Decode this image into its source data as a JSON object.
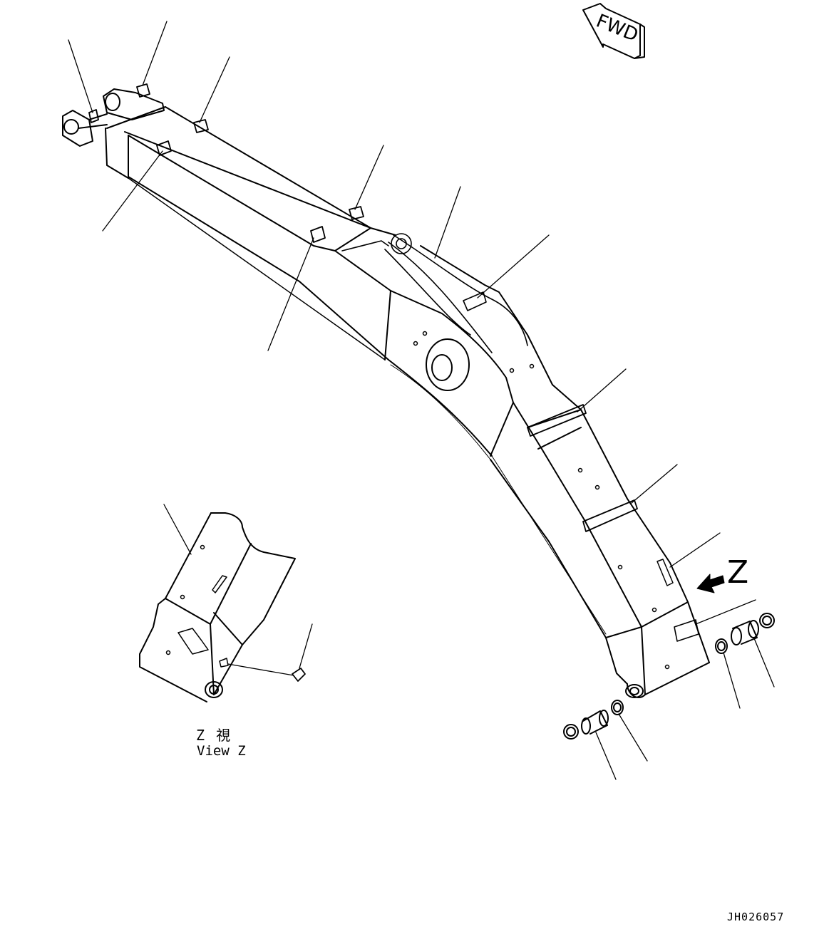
{
  "fwd_label": "FWD",
  "view_marker": "Z",
  "view_caption_jp": "Z 視",
  "view_caption_en": "View Z",
  "drawing_id": "JH026057",
  "colors": {
    "line": "#000000",
    "background": "#ffffff"
  }
}
